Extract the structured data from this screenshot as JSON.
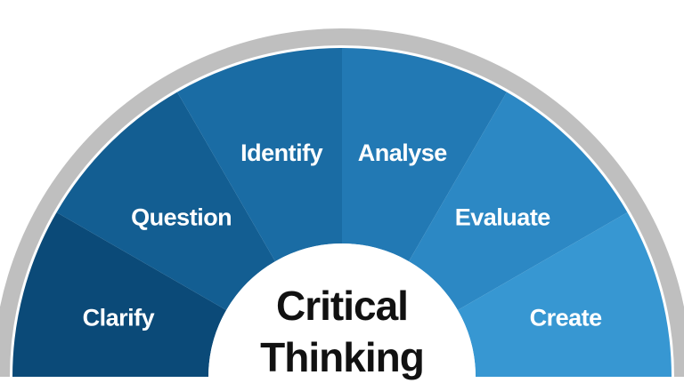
{
  "diagram": {
    "center": {
      "line1": "Critical",
      "line2": "Thinking"
    },
    "segments": [
      {
        "label": "Clarify",
        "color": "#0b4a78"
      },
      {
        "label": "Question",
        "color": "#135e92"
      },
      {
        "label": "Identify",
        "color": "#1a6ca4"
      },
      {
        "label": "Analyse",
        "color": "#2279b4"
      },
      {
        "label": "Evaluate",
        "color": "#2c88c4"
      },
      {
        "label": "Create",
        "color": "#3797d2"
      }
    ],
    "ring_color": "#bfbfbf",
    "center_color": "#ffffff"
  }
}
